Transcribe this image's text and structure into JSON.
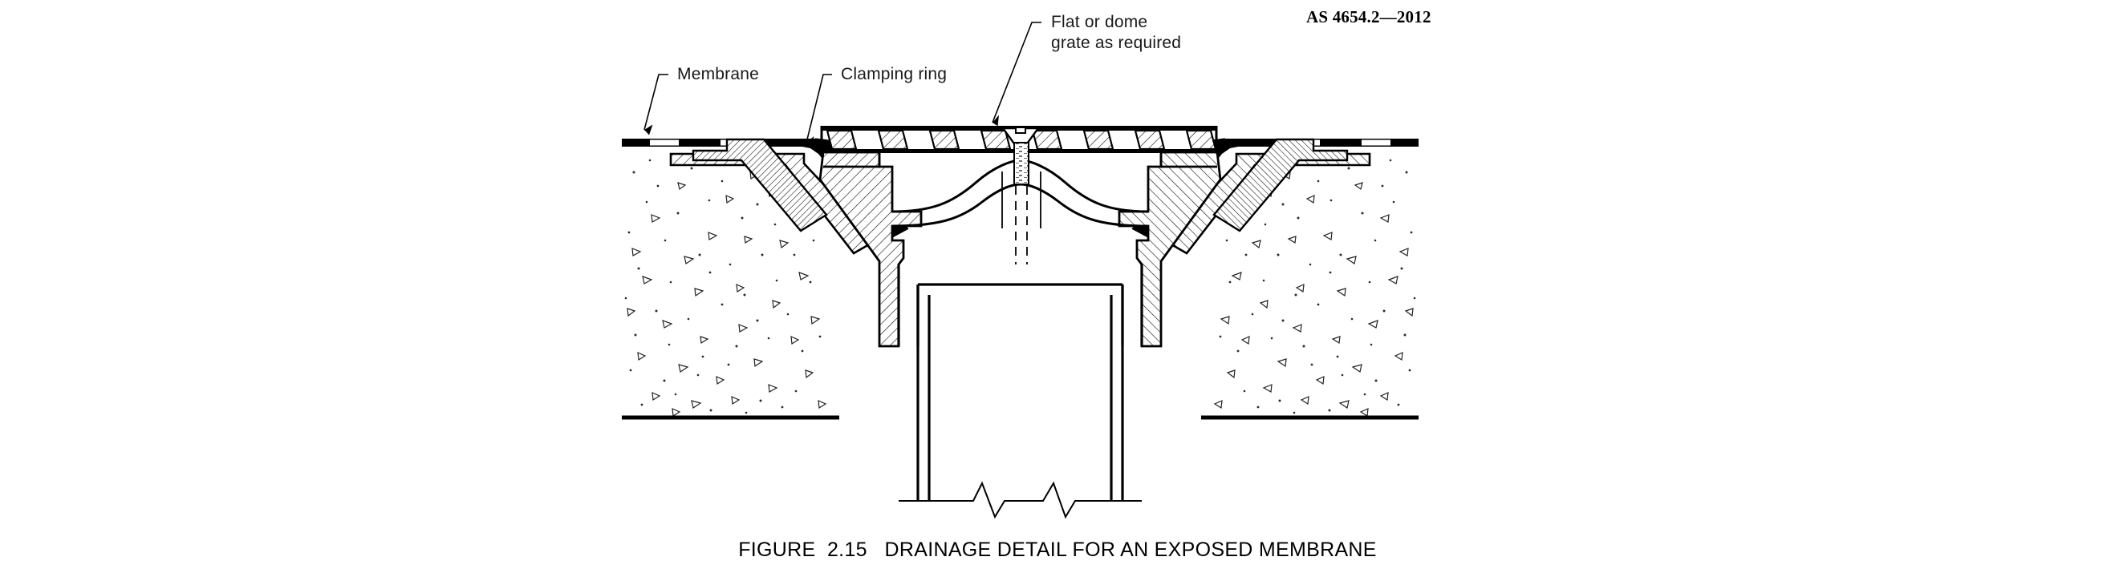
{
  "document": {
    "standard_reference": "AS 4654.2—2012",
    "figure_caption": "FIGURE  2.15   DRAINAGE DETAIL FOR AN EXPOSED MEMBRANE"
  },
  "callouts": [
    {
      "id": "membrane",
      "text": "Membrane"
    },
    {
      "id": "clamping-ring",
      "text": "Clamping ring"
    },
    {
      "id": "grate-line1",
      "text": "Flat or dome"
    },
    {
      "id": "grate-line2",
      "text": "grate as required"
    }
  ],
  "drawing": {
    "title": "Drainage detail for an exposed membrane - section",
    "components": [
      "concrete-slab",
      "screed",
      "waterproof-membrane",
      "clamping-ring",
      "drain-body-hopper",
      "dome-strainer",
      "floor-grate",
      "fixing-screw",
      "outlet-pipe"
    ]
  },
  "colors": {
    "line": "#000000",
    "background": "#ffffff",
    "membrane": "#000000",
    "hatch": "#1a1a1a",
    "concrete_speckle": "#2b2b2b"
  }
}
